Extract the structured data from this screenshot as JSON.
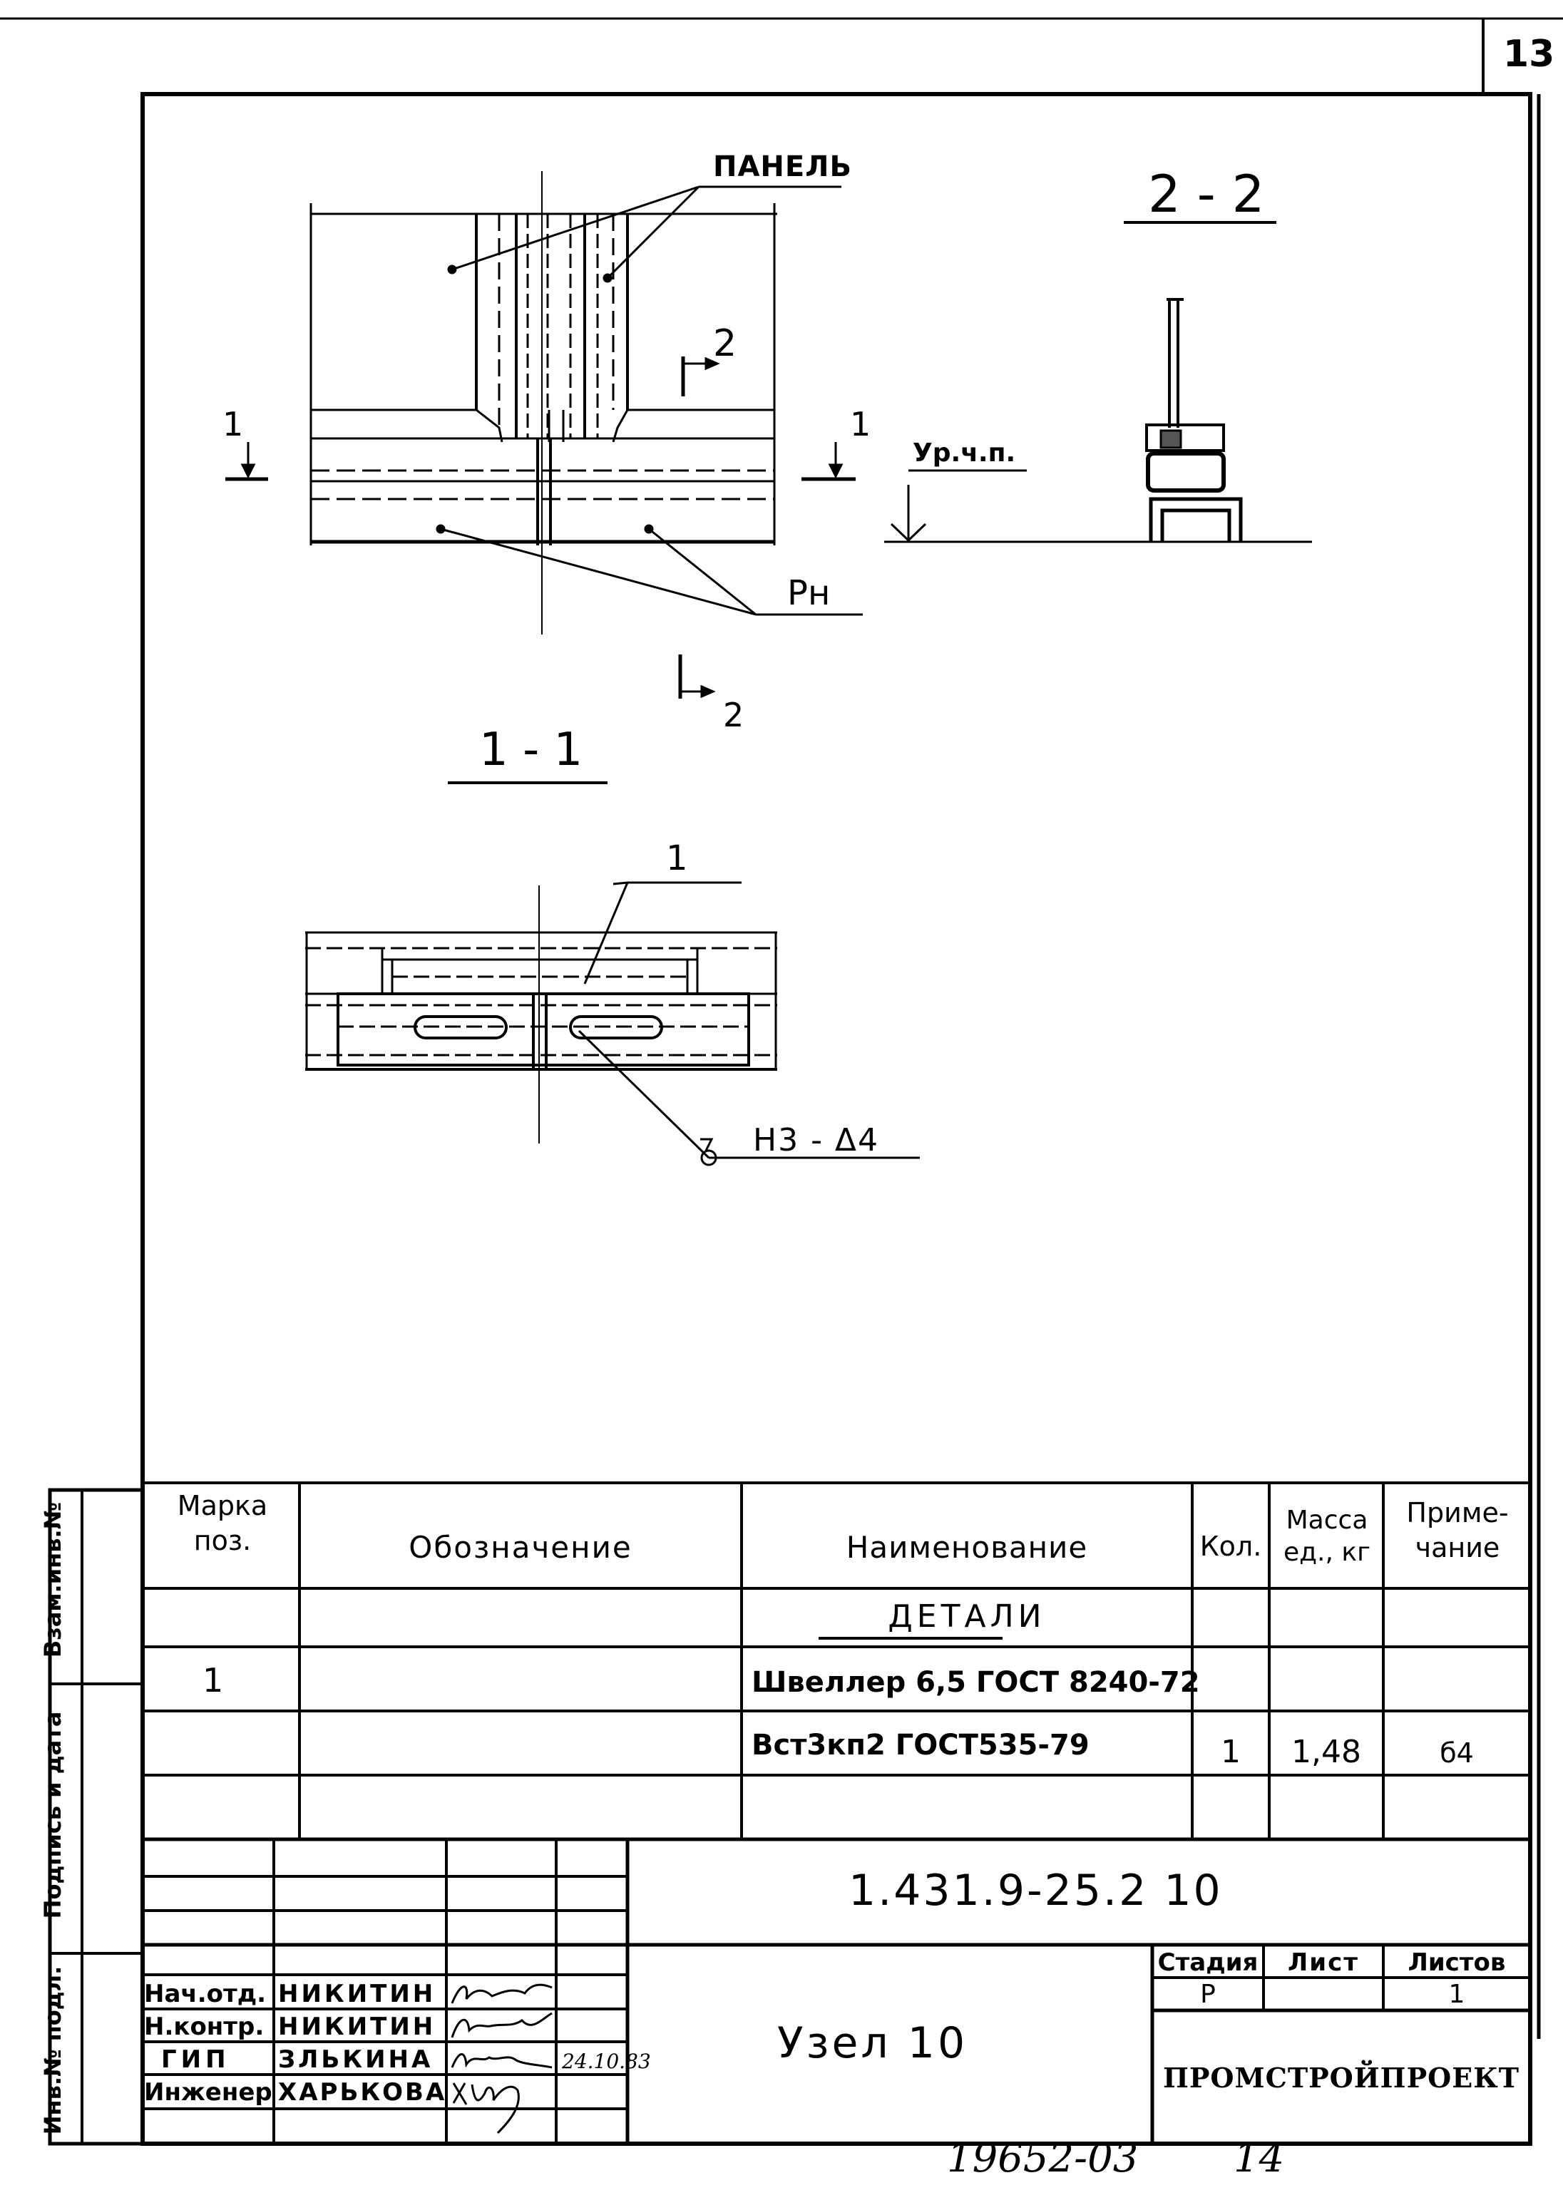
{
  "page_number": "13",
  "drawing": {
    "label_panel": "ПАНЕЛЬ",
    "label_rn": "Рн",
    "label_level": "Ур.ч.п.",
    "section_2_2": "2 - 2",
    "section_1_1": "1 - 1",
    "cut_mark_1": "1",
    "cut_mark_2": "2",
    "position_1": "1",
    "weld_note": "Н3 - Δ4"
  },
  "spec_table": {
    "headers": {
      "mark": "Марка поз.",
      "designation": "Обозначение",
      "name": "Наименование",
      "qty": "Кол.",
      "mass": "Масса ед., кг",
      "note": "Приме- чание"
    },
    "section_title": "ДЕТАЛИ",
    "rows": [
      {
        "mark": "1",
        "designation": "",
        "name": "Швеллер 6,5 ГОСТ 8240-72",
        "qty": "",
        "mass": "",
        "note": ""
      },
      {
        "mark": "",
        "designation": "",
        "name": "Вст3кп2 ГОСТ535-79",
        "qty": "1",
        "mass": "1,48",
        "note": "б4"
      }
    ]
  },
  "title_block": {
    "document_code": "1.431.9-25.2 10",
    "title": "Узел 10",
    "stage_label": "Стадия",
    "sheet_label": "Лист",
    "sheets_label": "Листов",
    "stage_value": "Р",
    "sheet_value": "",
    "sheets_value": "1",
    "organization": "ПРОМСТРОЙПРОЕКТ",
    "staff": [
      {
        "role": "Нач.отд.",
        "name": "НИКИТИН",
        "date": ""
      },
      {
        "role": "Н.контр.",
        "name": "НИКИТИН",
        "date": ""
      },
      {
        "role": "ГИП",
        "name": "ЗЛЬКИНА",
        "date": "24.10.83"
      },
      {
        "role": "Инженер",
        "name": "ХАРЬКОВА",
        "date": ""
      }
    ]
  },
  "side_stamp": {
    "inv_vzam": "Взам.инв.№",
    "sign_date": "Подпись и дата",
    "inv_podl": "Инв.№ подл."
  },
  "footer": {
    "archive_number": "19652-03",
    "page_ref": "14"
  }
}
